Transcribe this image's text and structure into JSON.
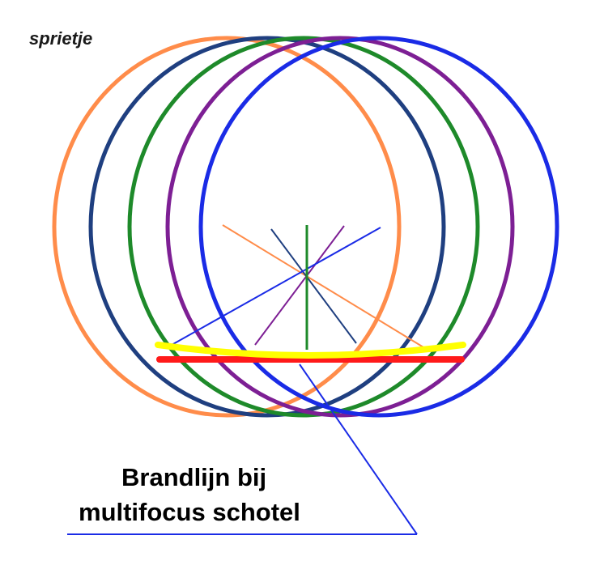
{
  "diagram": {
    "top_label": "sprietje",
    "caption_line1": "Brandlijn bij",
    "caption_line2": "multifocus schotel"
  },
  "colors": {
    "orange": "#ff8c4a",
    "navy": "#1f3f80",
    "green": "#1e8a2a",
    "purple": "#7d1f94",
    "blue": "#1a2be6",
    "focal_red": "#ff1a1a",
    "focal_yellow": "#ffff00",
    "pointer_blue": "#1a2be6"
  },
  "icons": {
    "antenna": "antenna-icon"
  }
}
